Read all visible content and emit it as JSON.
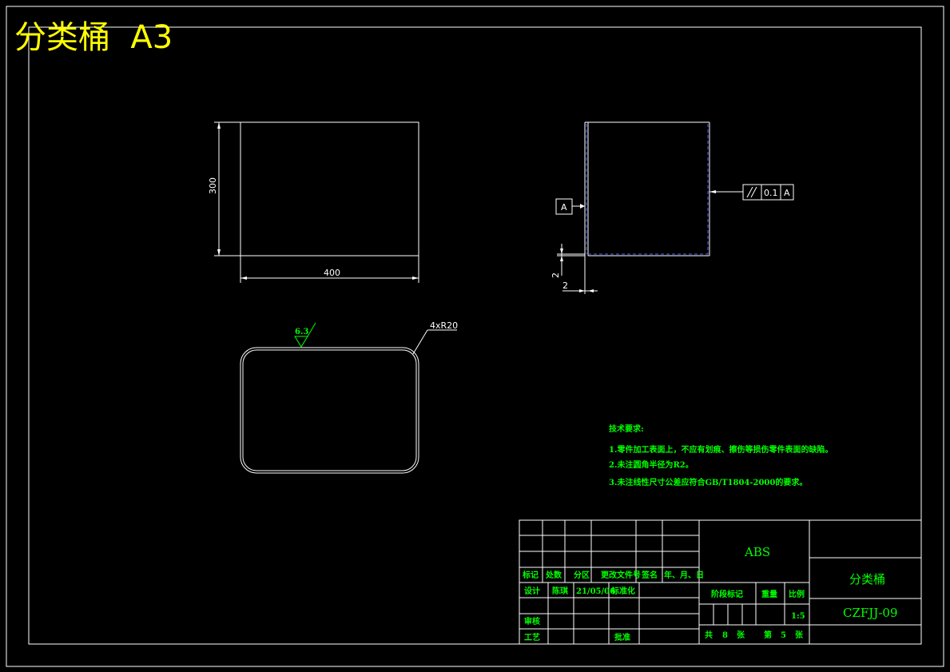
{
  "title": "分类桶  A3",
  "views": {
    "front": {
      "height_dim": "300",
      "width_dim": "400"
    },
    "side": {
      "datum_label": "A",
      "tolerance": {
        "symbol": "//",
        "value": "0.1",
        "datum": "A"
      },
      "dim_v": "2",
      "dim_h": "2"
    },
    "top": {
      "roughness": "6.3",
      "radius_note": "4xR20"
    }
  },
  "tech_req": {
    "heading": "技术要求:",
    "items": [
      "1.零件加工表面上，不应有划痕、擦伤等损伤零件表面的缺陷。",
      "2.未注圆角半径为R2。",
      "3.未注线性尺寸公差应符合GB/T1804-2000的要求。"
    ]
  },
  "title_block": {
    "headers": [
      "标记",
      "处数",
      "分区",
      "更改文件号",
      "签名",
      "年、月、日"
    ],
    "design_label": "设计",
    "designer": "陈琪",
    "date": "21/05/06",
    "standardize_label": "标准化",
    "review_label": "审核",
    "process_label": "工艺",
    "approve_label": "批准",
    "material": "ABS",
    "stage_label": "阶段标记",
    "weight_label": "重量",
    "scale_label": "比例",
    "scale": "1:5",
    "sheets_total_prefix": "共",
    "sheets_total": "8",
    "sheets_unit": "张",
    "sheet_prefix": "第",
    "sheet_no": "5",
    "sheet_suffix": "张",
    "part_name": "分类桶",
    "drawing_no": "CZFJJ-09"
  }
}
